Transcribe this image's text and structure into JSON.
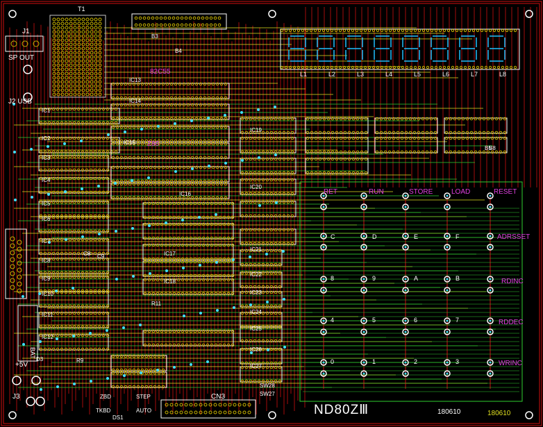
{
  "board": {
    "colors": {
      "background": "#000000",
      "outline": "#c8c8c8",
      "copper_top": "#d01010",
      "copper_bottom": "#e0e020",
      "trace_green": "#30d030",
      "trace_cyan": "#20c0ff",
      "silk_magenta": "#e040e0",
      "silk_white": "#ffffff",
      "pad": "#c8b400",
      "hole": "#40e0ff"
    },
    "title": "ND80ZⅢ",
    "date_label": "180610",
    "date_label_corner": "180610",
    "connector_labels": {
      "j1": "J1",
      "sp_out": "SP OUT",
      "j2_usb": "J2 USB",
      "bat": "BAT",
      "plus5v": "+5V",
      "j3": "J3",
      "cn3": "CN3",
      "t1": "T1"
    },
    "ic_labels": [
      "IC1",
      "IC2",
      "IC3",
      "IC4",
      "IC5",
      "IC6",
      "IC7",
      "IC8",
      "IC9",
      "IC10",
      "IC11",
      "IC12",
      "IC13",
      "IC14",
      "IC15",
      "IC16",
      "IC17",
      "IC18",
      "IC19",
      "IC20",
      "IC21",
      "IC22",
      "IC23",
      "IC24",
      "IC25",
      "IC26",
      "IC27"
    ],
    "chip_names": [
      "82C55",
      "Z80"
    ],
    "display_digits": [
      "L1",
      "L2",
      "L3",
      "L4",
      "L5",
      "L6",
      "L7",
      "L8"
    ],
    "keypad_top_labels": [
      "RET",
      "RUN",
      "STORE",
      "LOAD",
      "RESET"
    ],
    "keypad_right_labels": [
      "ADRSSET",
      "RDINC",
      "RDDEC",
      "WRINC"
    ],
    "keypad_digits": [
      "C",
      "D",
      "E",
      "F",
      "8",
      "9",
      "A",
      "B",
      "4",
      "5",
      "6",
      "7",
      "0",
      "1",
      "2",
      "3"
    ],
    "switch_labels": [
      "SW28",
      "SW27",
      "DS1",
      "STEP",
      "AUTO",
      "TKBD",
      "ZBD"
    ],
    "misc_labels": [
      "B3",
      "B4",
      "B5",
      "B8",
      "C8",
      "C9",
      "D3",
      "R9",
      "R11"
    ]
  }
}
